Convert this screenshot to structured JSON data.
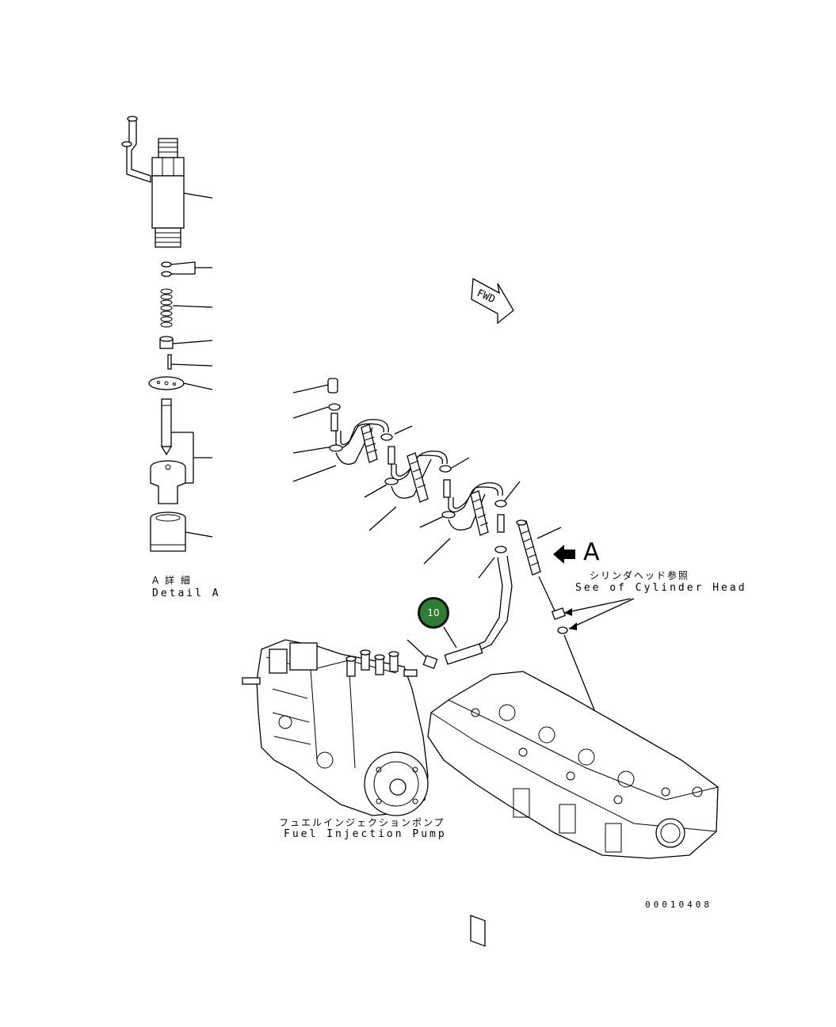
{
  "detail": {
    "label_jp": "A 詳 細",
    "label_en": "Detail A"
  },
  "fwd_marker": "FWD",
  "view_letter": "A",
  "cylinder_head_ref": {
    "jp": "シリンダヘッド参照",
    "en": "See of Cylinder Head"
  },
  "pump_label": {
    "jp": "フュエルインジェクションポンプ",
    "en": "Fuel Injection Pump"
  },
  "callout_number": "10",
  "drawing_number": "00010408",
  "colors": {
    "callout_fill": "#2e7d32",
    "line": "#000000",
    "background": "#ffffff"
  }
}
